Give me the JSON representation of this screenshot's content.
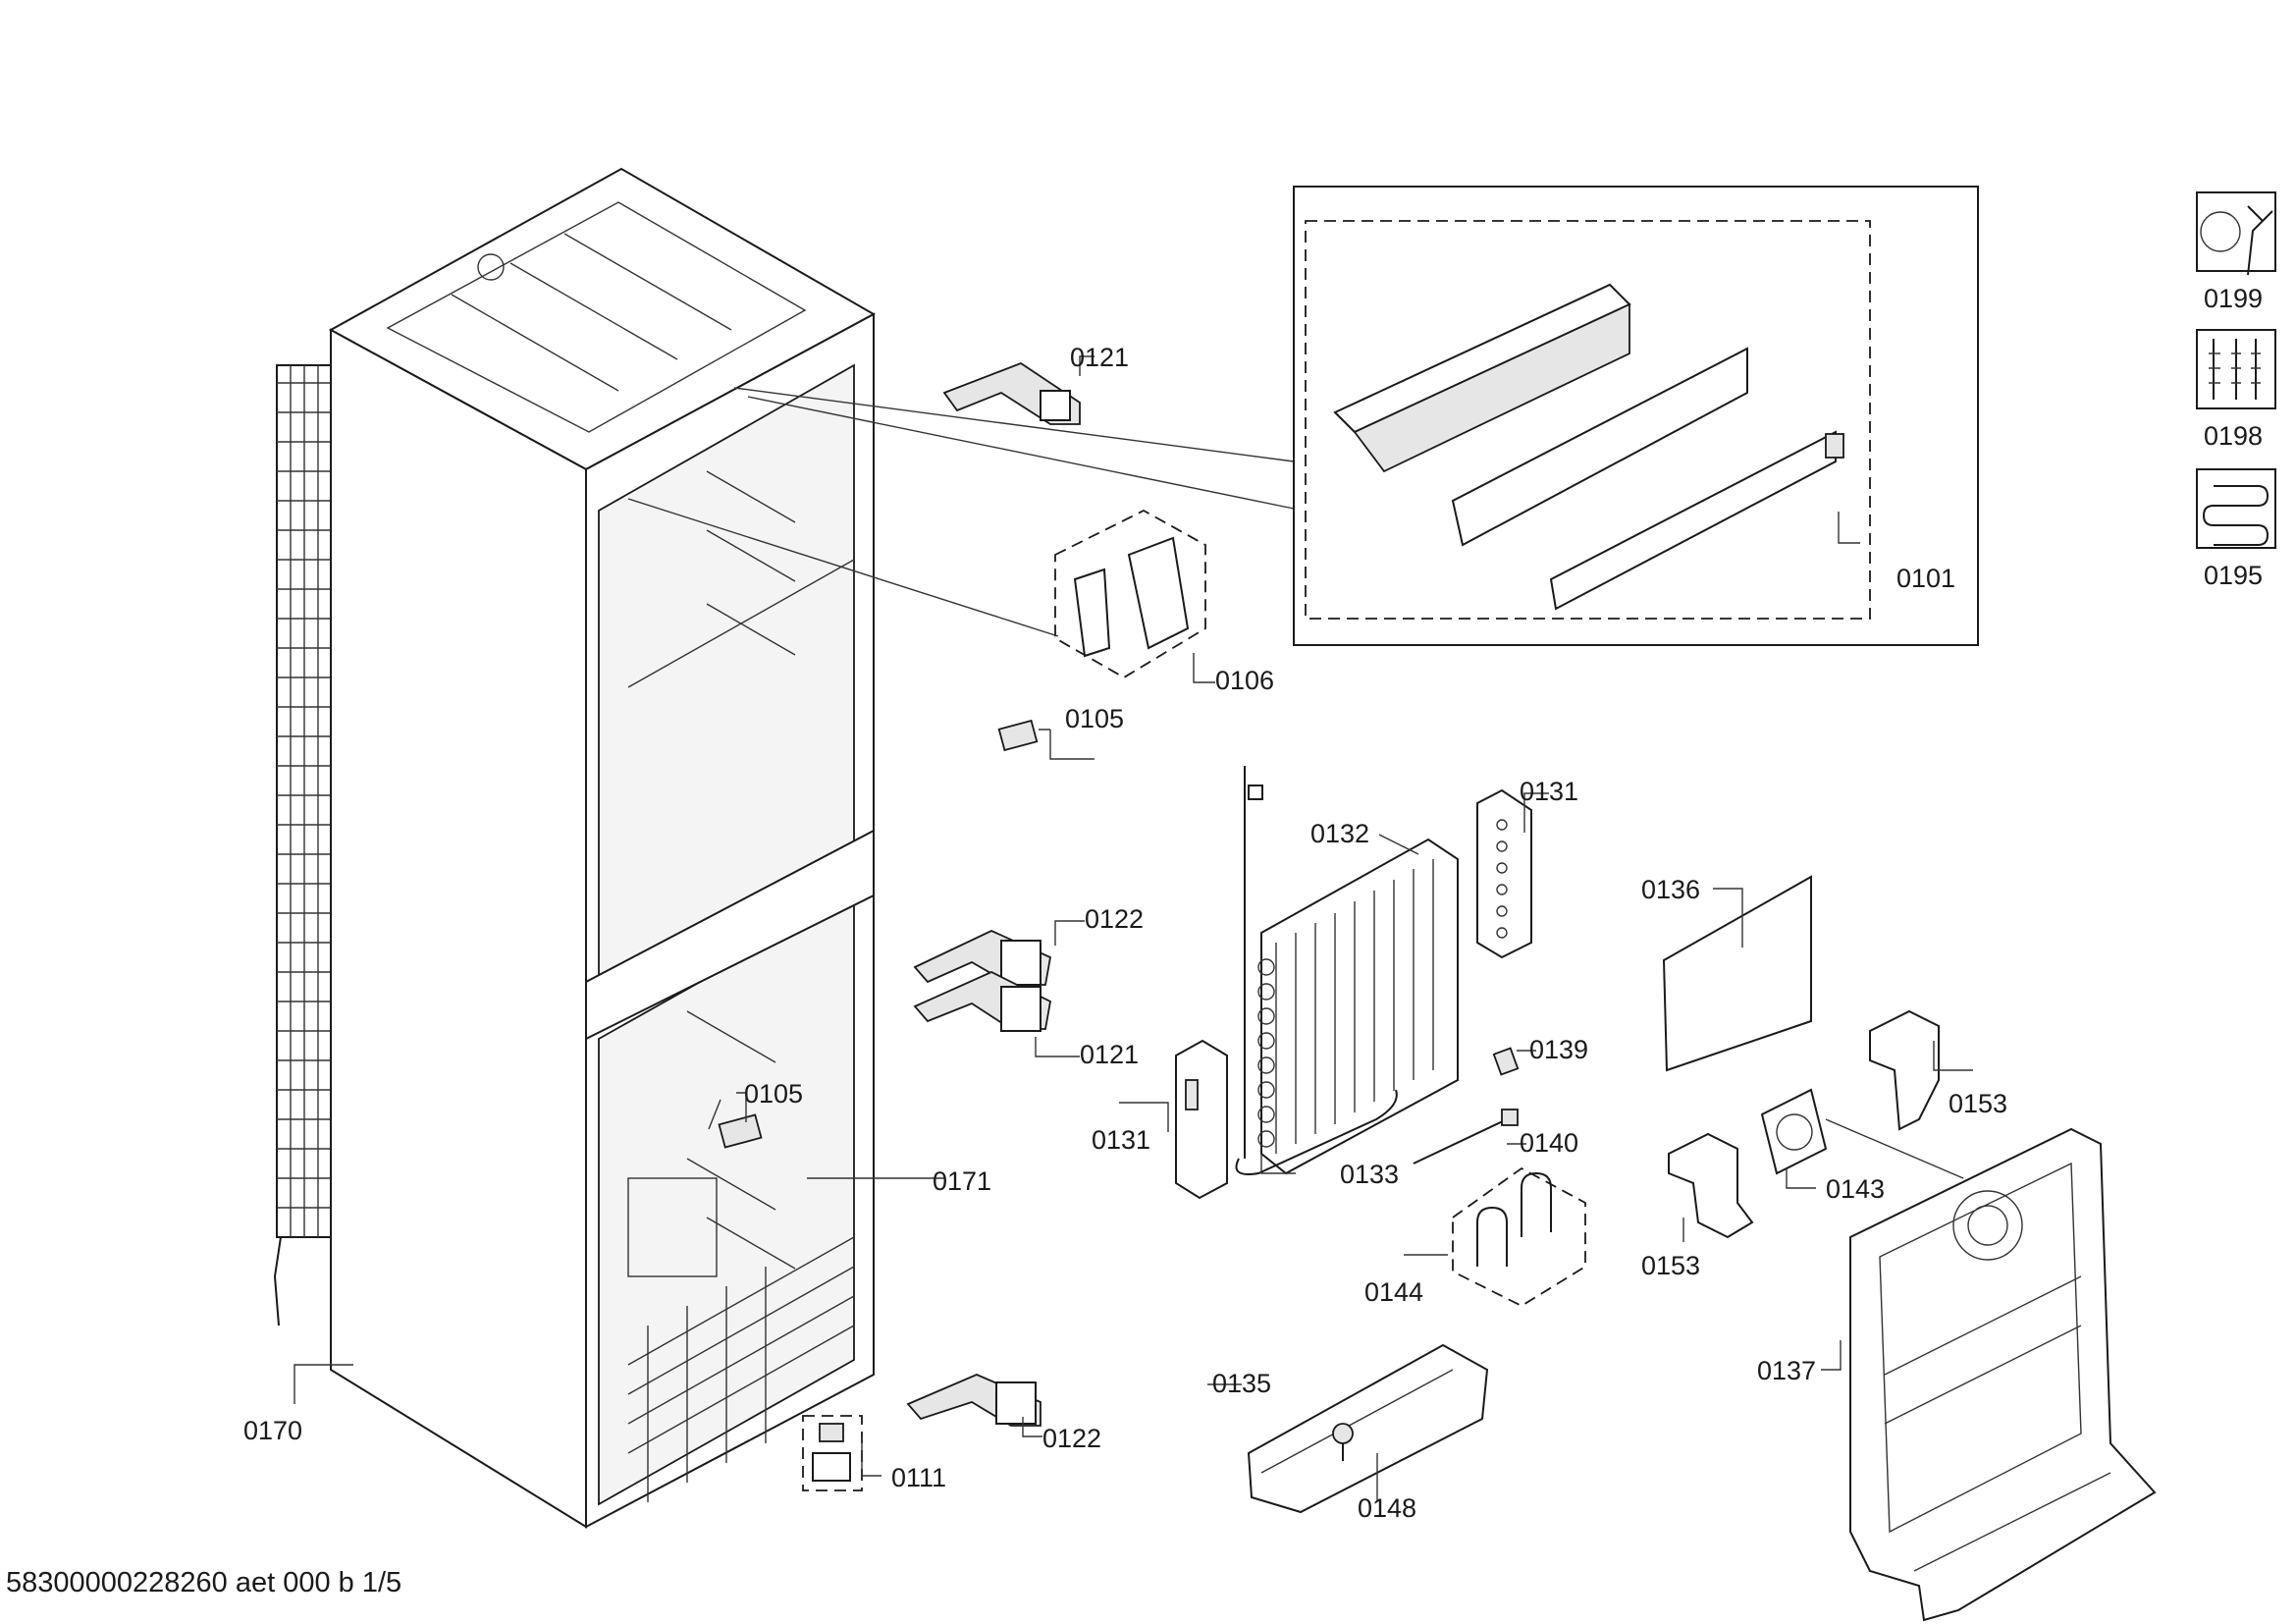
{
  "footer": {
    "document_id": "58300000228260 aet 000 b 1/5"
  },
  "part_labels": {
    "p0101": "0101",
    "p0105a": "0105",
    "p0105b": "0105",
    "p0106": "0106",
    "p0111": "0111",
    "p0121a": "0121",
    "p0121b": "0121",
    "p0122a": "0122",
    "p0122b": "0122",
    "p0131a": "0131",
    "p0131b": "0131",
    "p0132": "0132",
    "p0133": "0133",
    "p0135": "0135",
    "p0136": "0136",
    "p0137": "0137",
    "p0139": "0139",
    "p0140": "0140",
    "p0143": "0143",
    "p0144": "0144",
    "p0148": "0148",
    "p0153a": "0153",
    "p0153b": "0153",
    "p0170": "0170",
    "p0171": "0171"
  },
  "legend": [
    {
      "code": "0199",
      "icon": "tools-wrench-icon"
    },
    {
      "code": "0198",
      "icon": "screws-icon"
    },
    {
      "code": "0195",
      "icon": "heating-coil-icon"
    }
  ]
}
